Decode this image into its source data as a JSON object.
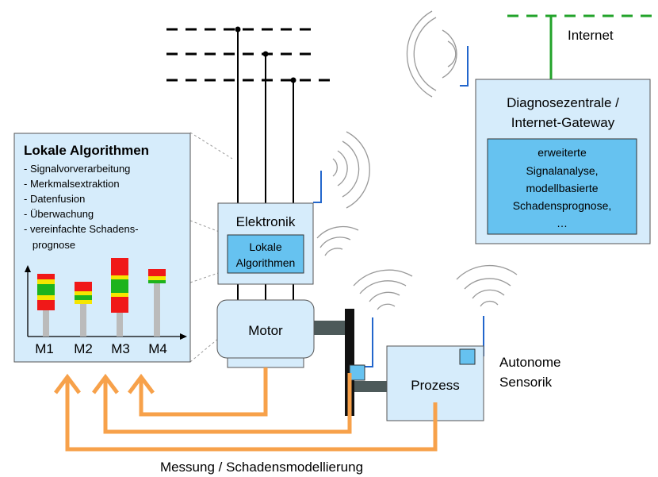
{
  "internet_label": "Internet",
  "gateway": {
    "title_line1": "Diagnosezentrale /",
    "title_line2": "Internet-Gateway",
    "inner_lines": [
      "erweiterte",
      "Signalanalyse,",
      "modellbasierte",
      "Schadensprognose,",
      "…"
    ]
  },
  "local_algorithms": {
    "title": "Lokale Algorithmen",
    "items": [
      "-  Signalvorverarbeitung",
      "-  Merkmalsextraktion",
      "-  Datenfusion",
      "-  Überwachung",
      "-  vereinfachte Schadens-",
      "   prognose"
    ],
    "motor_labels": [
      "M1",
      "M2",
      "M3",
      "M4"
    ]
  },
  "electronics": {
    "title": "Elektronik",
    "inner_line1": "Lokale",
    "inner_line2": "Algorithmen"
  },
  "motor_label": "Motor",
  "process_label": "Prozess",
  "sensor": {
    "line1": "Autonome",
    "line2": "Sensorik"
  },
  "bottom_caption": "Messung / Schadensmodellierung",
  "colors": {
    "box_fill": "#d6ecfb",
    "inner_fill": "#66c2f0",
    "arrow_orange": "#f7a14a",
    "internet_green": "#22a32a",
    "antenna_blue": "#2266cc",
    "shaft_gray": "#4d5a5a",
    "indicator_red": "#f01818",
    "indicator_yellow": "#f5e600",
    "indicator_green": "#1db31d",
    "indicator_gray": "#bbbbbb"
  }
}
